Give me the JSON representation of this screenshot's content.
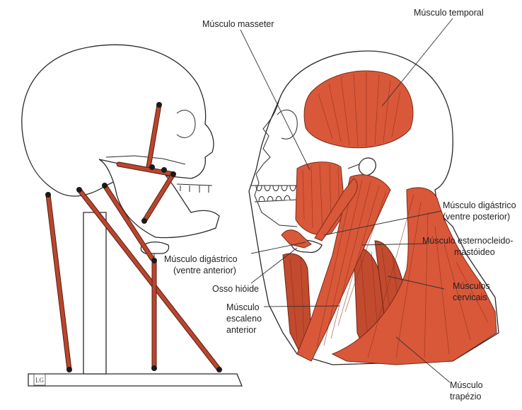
{
  "labels": {
    "masseter": "Músculo masseter",
    "temporal": "Músculo temporal",
    "digastric_posterior_1": "Músculo digástrico",
    "digastric_posterior_2": "(ventre posterior)",
    "sternocleido_1": "Músculo esternocleido-",
    "sternocleido_2": "mastóideo",
    "digastric_anterior_1": "Músculo digástrico",
    "digastric_anterior_2": "(ventre anterior)",
    "hyoid": "Osso hióide",
    "cervical_1": "Músculos",
    "cervical_2": "cervicais",
    "scalene_1": "Músculo",
    "scalene_2": "escaleno",
    "scalene_3": "anterior",
    "trapezius_1": "Músculo",
    "trapezius_2": "trapézio"
  },
  "signature": "LG",
  "colors": {
    "muscle": "#d9583a",
    "muscle_dark": "#c24a2e",
    "band": "#b8462e",
    "outline": "#2a2a2a",
    "background": "#ffffff"
  }
}
